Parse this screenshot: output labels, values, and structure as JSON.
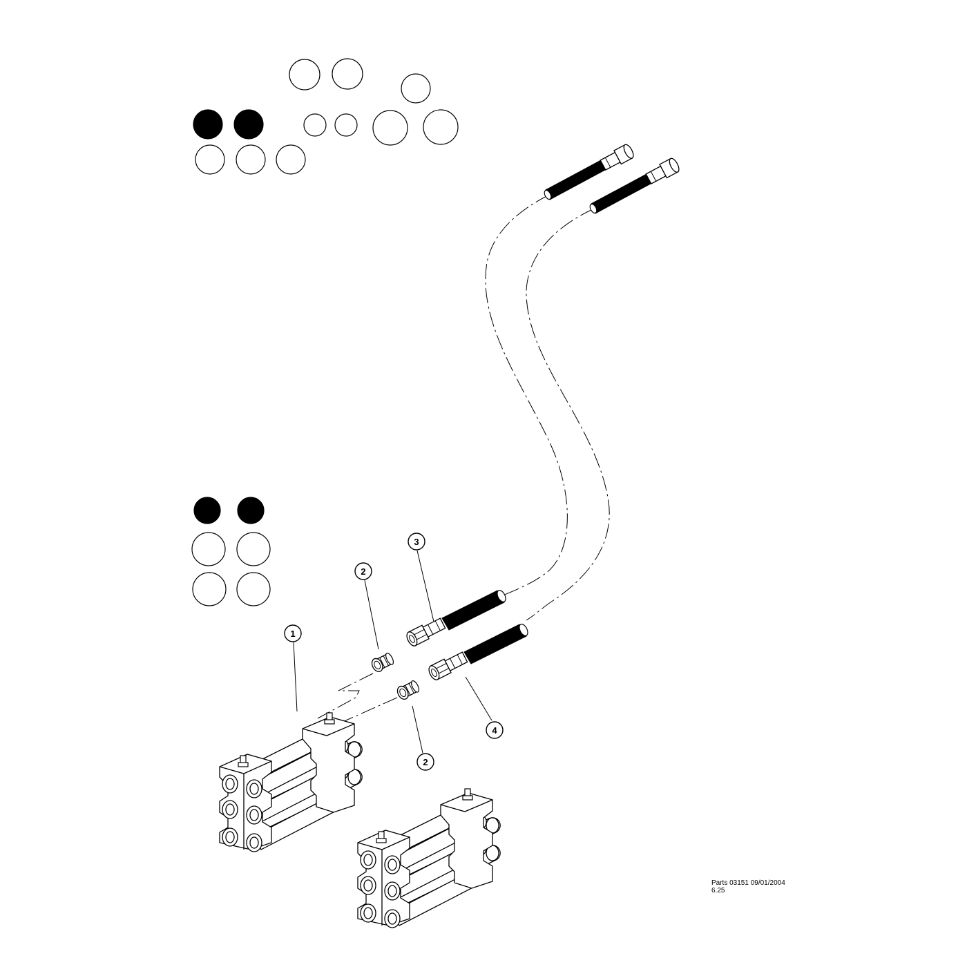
{
  "callouts": {
    "c1": "1",
    "c2a": "2",
    "c2b": "2",
    "c3": "3",
    "c4": "4"
  },
  "footer": {
    "line1": "Parts 03151 09/01/2004",
    "line2": "6.25"
  },
  "colors": {
    "ink": "#000000",
    "paper": "#ffffff"
  }
}
